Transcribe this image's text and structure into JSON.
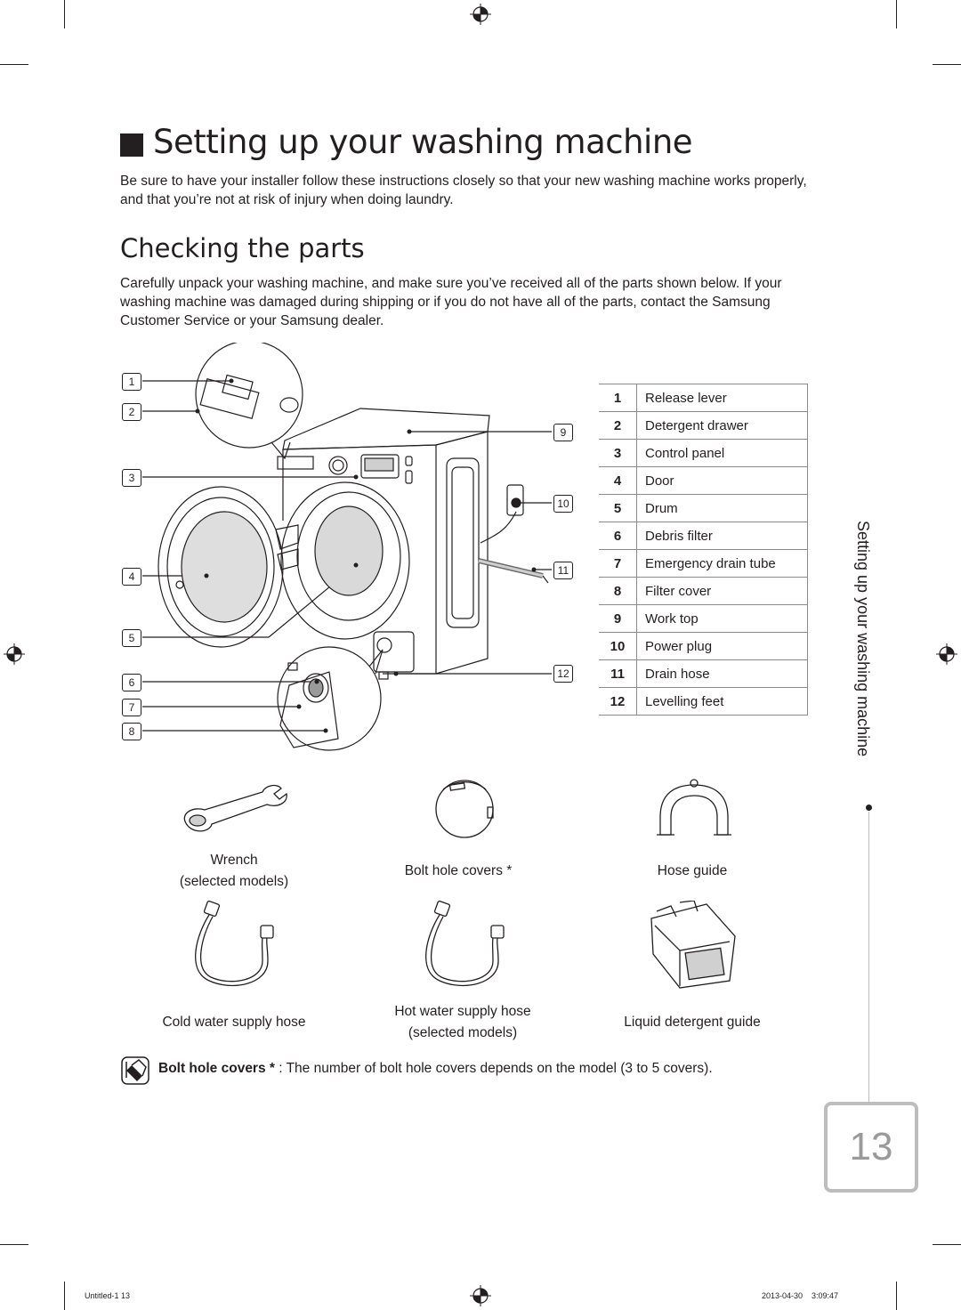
{
  "title": "Setting up your washing machine",
  "intro": "Be sure to have your installer follow these instructions closely so that your new washing machine works properly, and that you’re not at risk of injury when doing laundry.",
  "section_title": "Checking the parts",
  "section_text": "Carefully unpack your washing machine, and make sure you’ve received all of the parts shown below. If your washing machine was damaged during shipping or if you do not have all of the parts, contact the Samsung Customer Service or your Samsung dealer.",
  "callouts_left": [
    "1",
    "2",
    "3",
    "4",
    "5",
    "6",
    "7",
    "8"
  ],
  "callouts_right": [
    "9",
    "10",
    "11",
    "12"
  ],
  "parts": [
    {
      "num": "1",
      "label": "Release lever"
    },
    {
      "num": "2",
      "label": "Detergent drawer"
    },
    {
      "num": "3",
      "label": "Control panel"
    },
    {
      "num": "4",
      "label": "Door"
    },
    {
      "num": "5",
      "label": "Drum"
    },
    {
      "num": "6",
      "label": "Debris filter"
    },
    {
      "num": "7",
      "label": "Emergency drain tube"
    },
    {
      "num": "8",
      "label": "Filter cover"
    },
    {
      "num": "9",
      "label": "Work top"
    },
    {
      "num": "10",
      "label": "Power plug"
    },
    {
      "num": "11",
      "label": "Drain hose"
    },
    {
      "num": "12",
      "label": "Levelling feet"
    }
  ],
  "side_tab": "Setting up your washing machine",
  "accessories": {
    "wrench": {
      "line1": "Wrench",
      "line2": "(selected models)"
    },
    "bolt_covers": {
      "line1": "Bolt hole covers *"
    },
    "hose_guide": {
      "line1": "Hose guide"
    },
    "cold_hose": {
      "line1": "Cold water supply hose"
    },
    "hot_hose": {
      "line1": "Hot water supply hose",
      "line2": "(selected models)"
    },
    "liquid_guide": {
      "line1": "Liquid detergent guide"
    }
  },
  "note": {
    "bold": "Bolt hole covers *",
    "text": " : The number of bolt hole covers depends on the model (3 to 5 covers)."
  },
  "page_number": "13",
  "footer": {
    "file": "Untitled-1   13",
    "date": "2013-04-30      3:09:47"
  }
}
